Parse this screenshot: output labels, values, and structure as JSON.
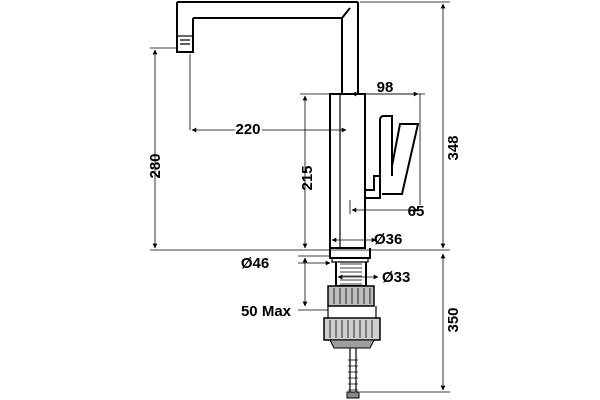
{
  "drawing": {
    "subject": "kitchen faucet technical dimension drawing",
    "dimensions": {
      "height_total": "348",
      "spout_height": "280",
      "lever_height": "215",
      "spout_reach": "220",
      "lever_reach": "98",
      "lever_offset": "65",
      "body_diameter": "Ø36",
      "base_diameter": "Ø46",
      "shank_diameter": "Ø33",
      "max_counter": "50 Max",
      "shank_length": "350"
    }
  }
}
